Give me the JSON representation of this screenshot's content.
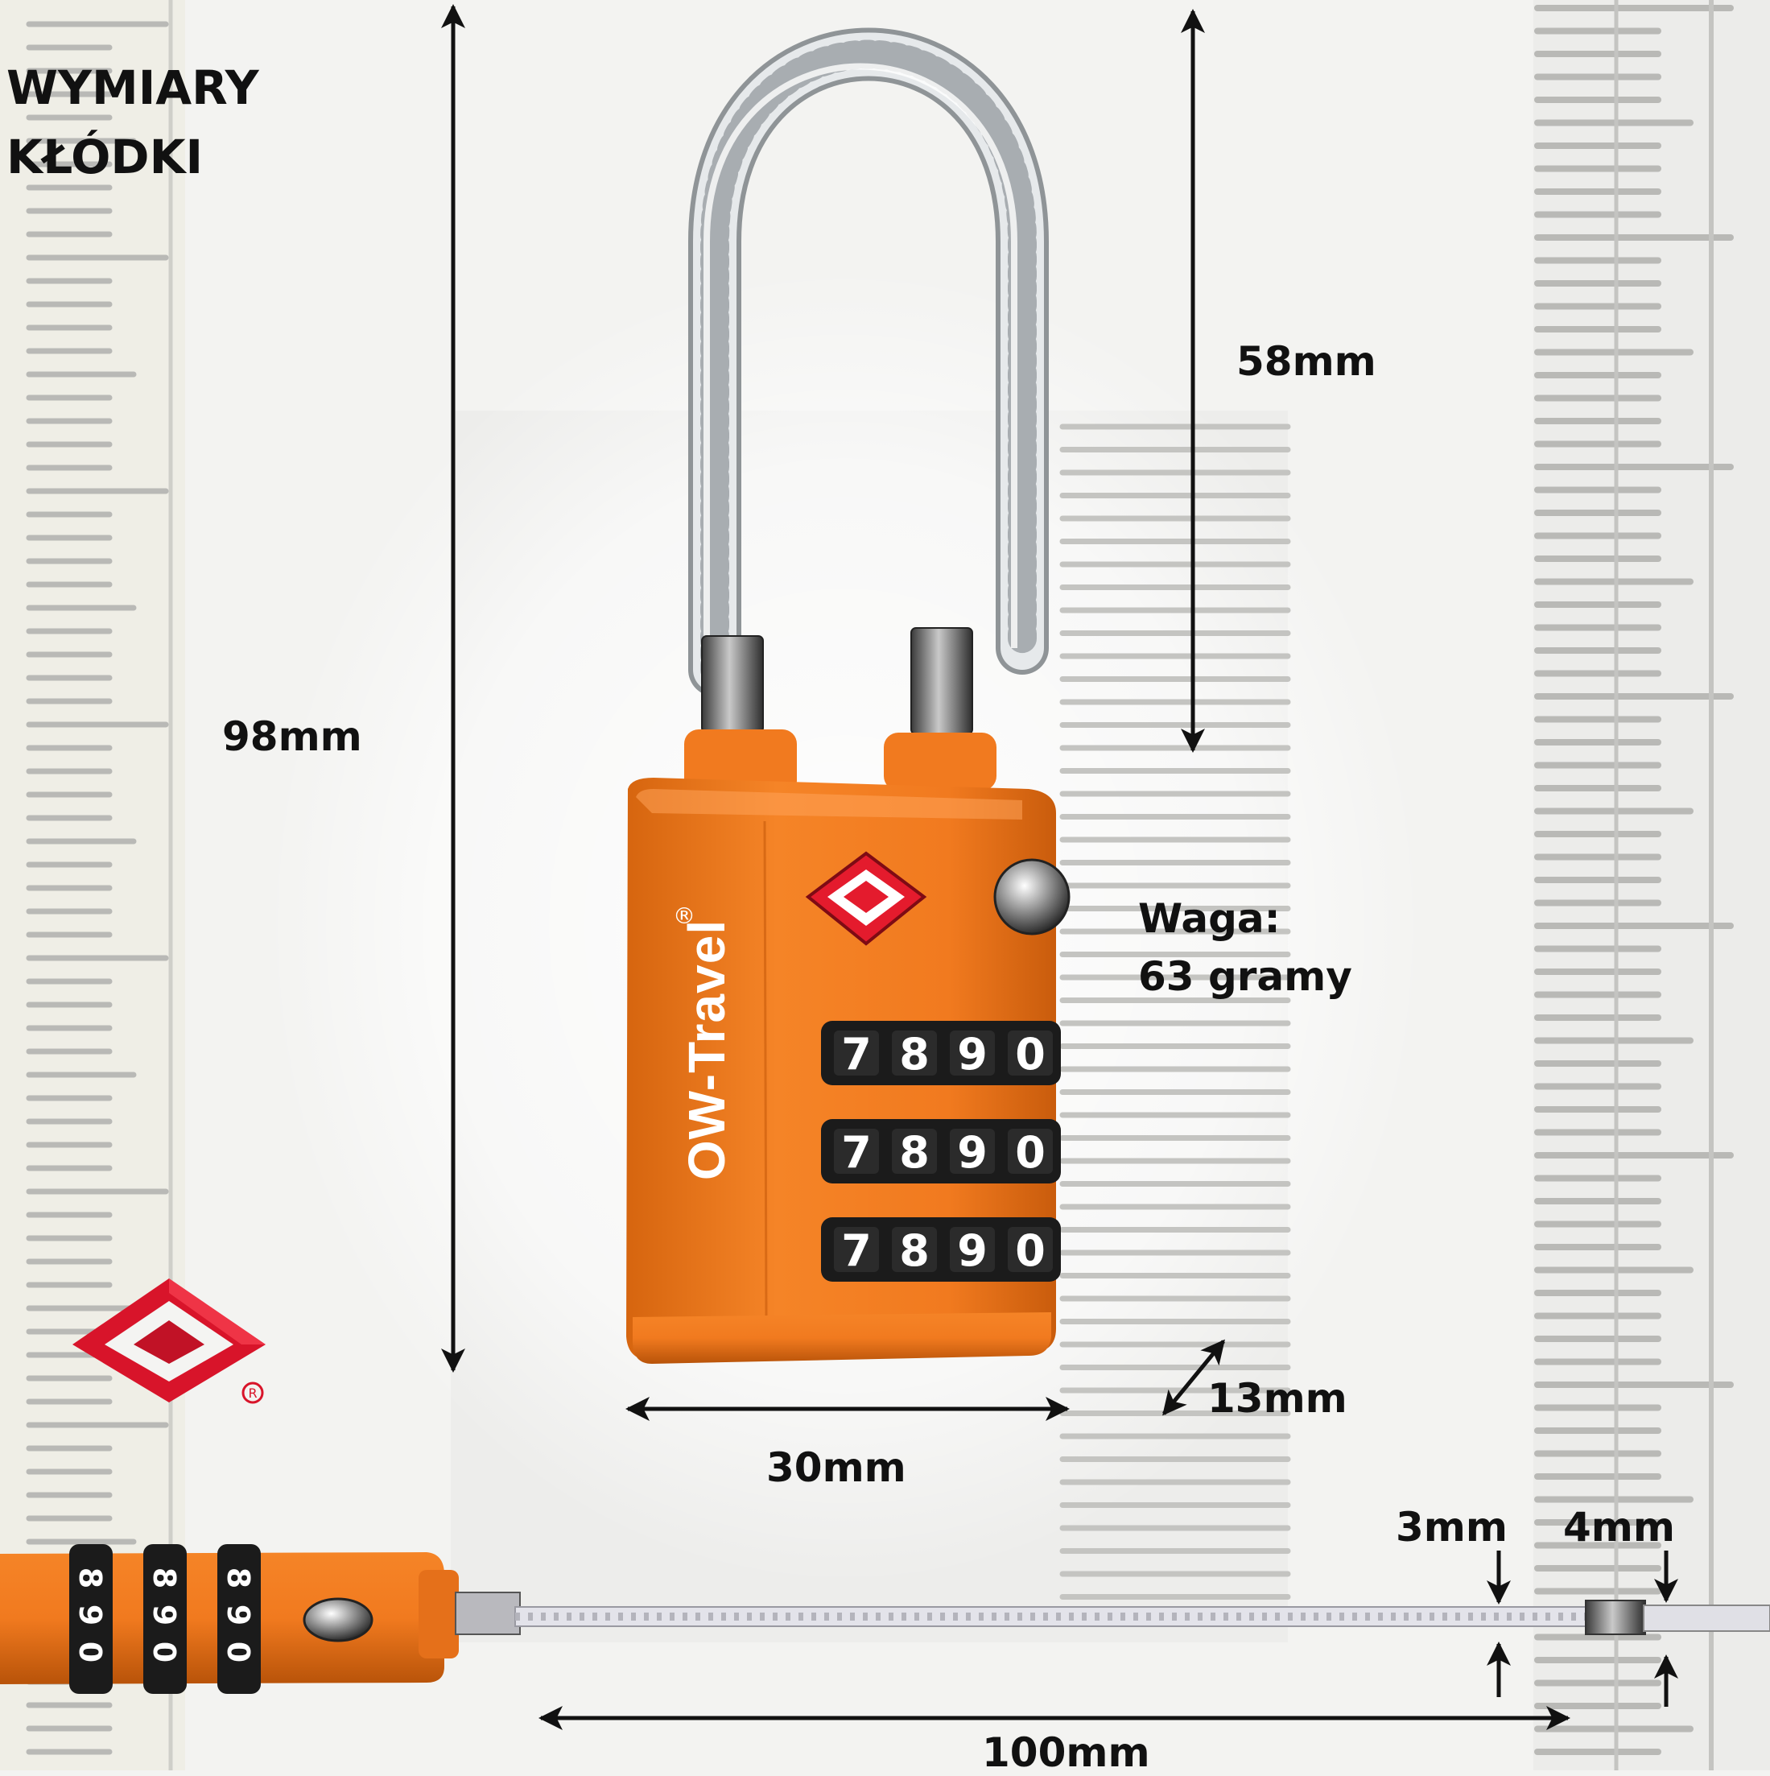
{
  "heading": {
    "line1": "WYMIARY",
    "line2": "KŁÓDKI"
  },
  "dimensions": {
    "total_height": "98mm",
    "cable_height": "58mm",
    "body_width": "30mm",
    "body_depth": "13mm",
    "cable_diameter": "3mm",
    "cable_end_diameter": "4mm",
    "cable_length": "100mm"
  },
  "weight": {
    "label": "Waga:",
    "value": "63 gramy"
  },
  "lock": {
    "brand": "OW-Travel",
    "registered_mark": "®",
    "dial_digits": [
      "7",
      "8",
      "9",
      "0"
    ],
    "dial_rows": 3
  },
  "icons": [
    "tsa-diamond-icon",
    "registered-icon",
    "release-button-icon"
  ],
  "colors": {
    "background": "#f3f3f1",
    "ruler_tick": "#b9b9b6",
    "lock_orange": "#f17a1f",
    "lock_orange_dark": "#c85b0c",
    "tsa_red": "#d8142a",
    "dial_black": "#1b1b1b",
    "label_text": "#111111",
    "arrow": "#111111"
  }
}
